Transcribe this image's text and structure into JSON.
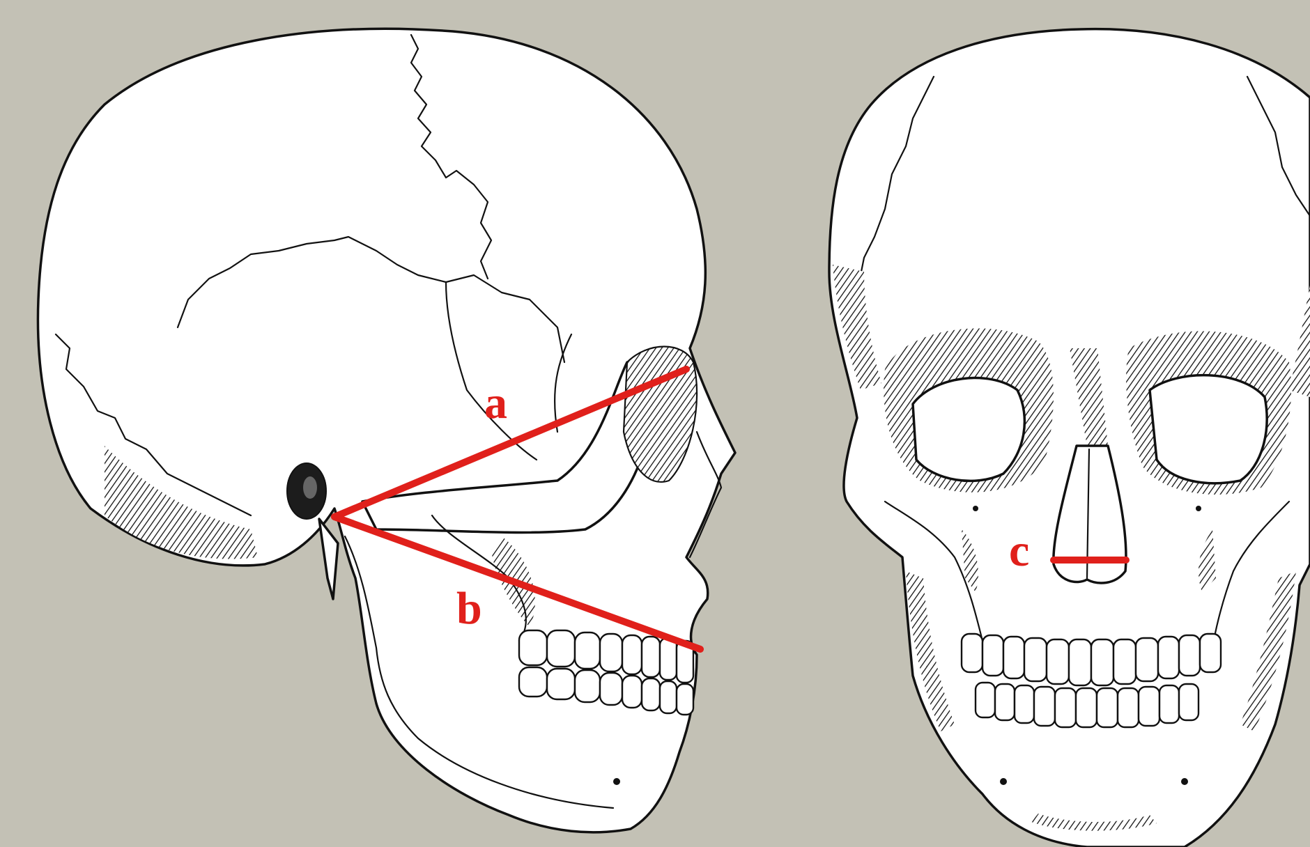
{
  "labels": {
    "a": "a",
    "b": "b",
    "c": "c"
  },
  "colors": {
    "background": "#c3c1b5",
    "measurement_line": "#e0201b",
    "label": "#e0201b"
  },
  "views": [
    "lateral-skull-view",
    "frontal-skull-view"
  ]
}
